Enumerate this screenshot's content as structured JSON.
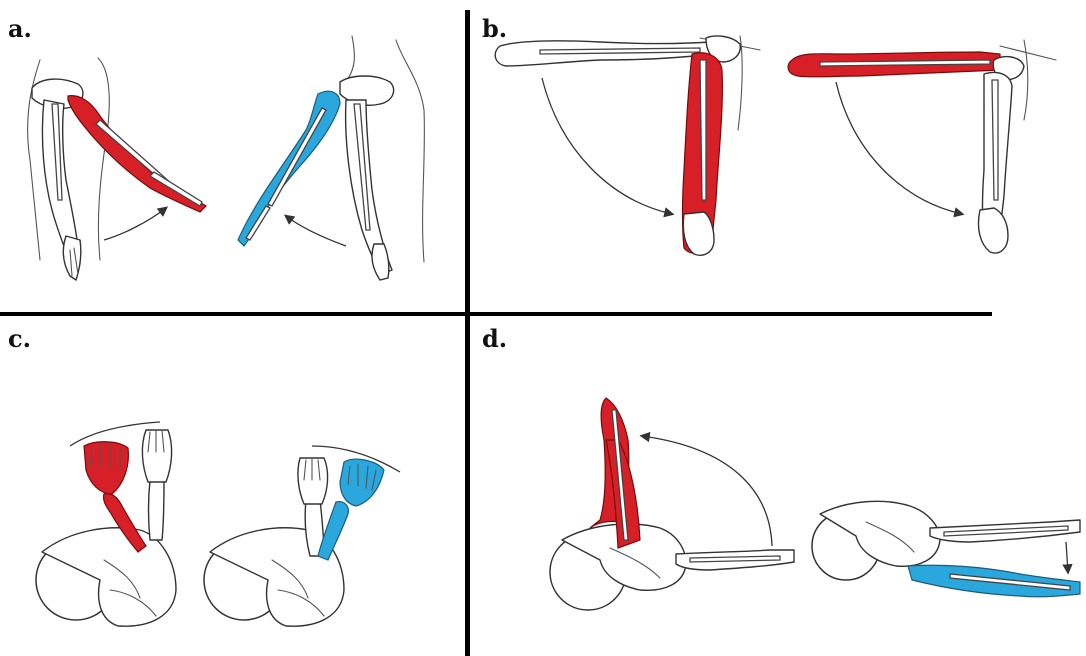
{
  "panels": [
    {
      "label": "a."
    },
    {
      "label": "b."
    },
    {
      "label": "c."
    },
    {
      "label": "d."
    }
  ],
  "colors": {
    "highlight_red": "#d61f26",
    "highlight_blue": "#2aa7dd",
    "outline": "#333333",
    "divider": "#000000"
  }
}
